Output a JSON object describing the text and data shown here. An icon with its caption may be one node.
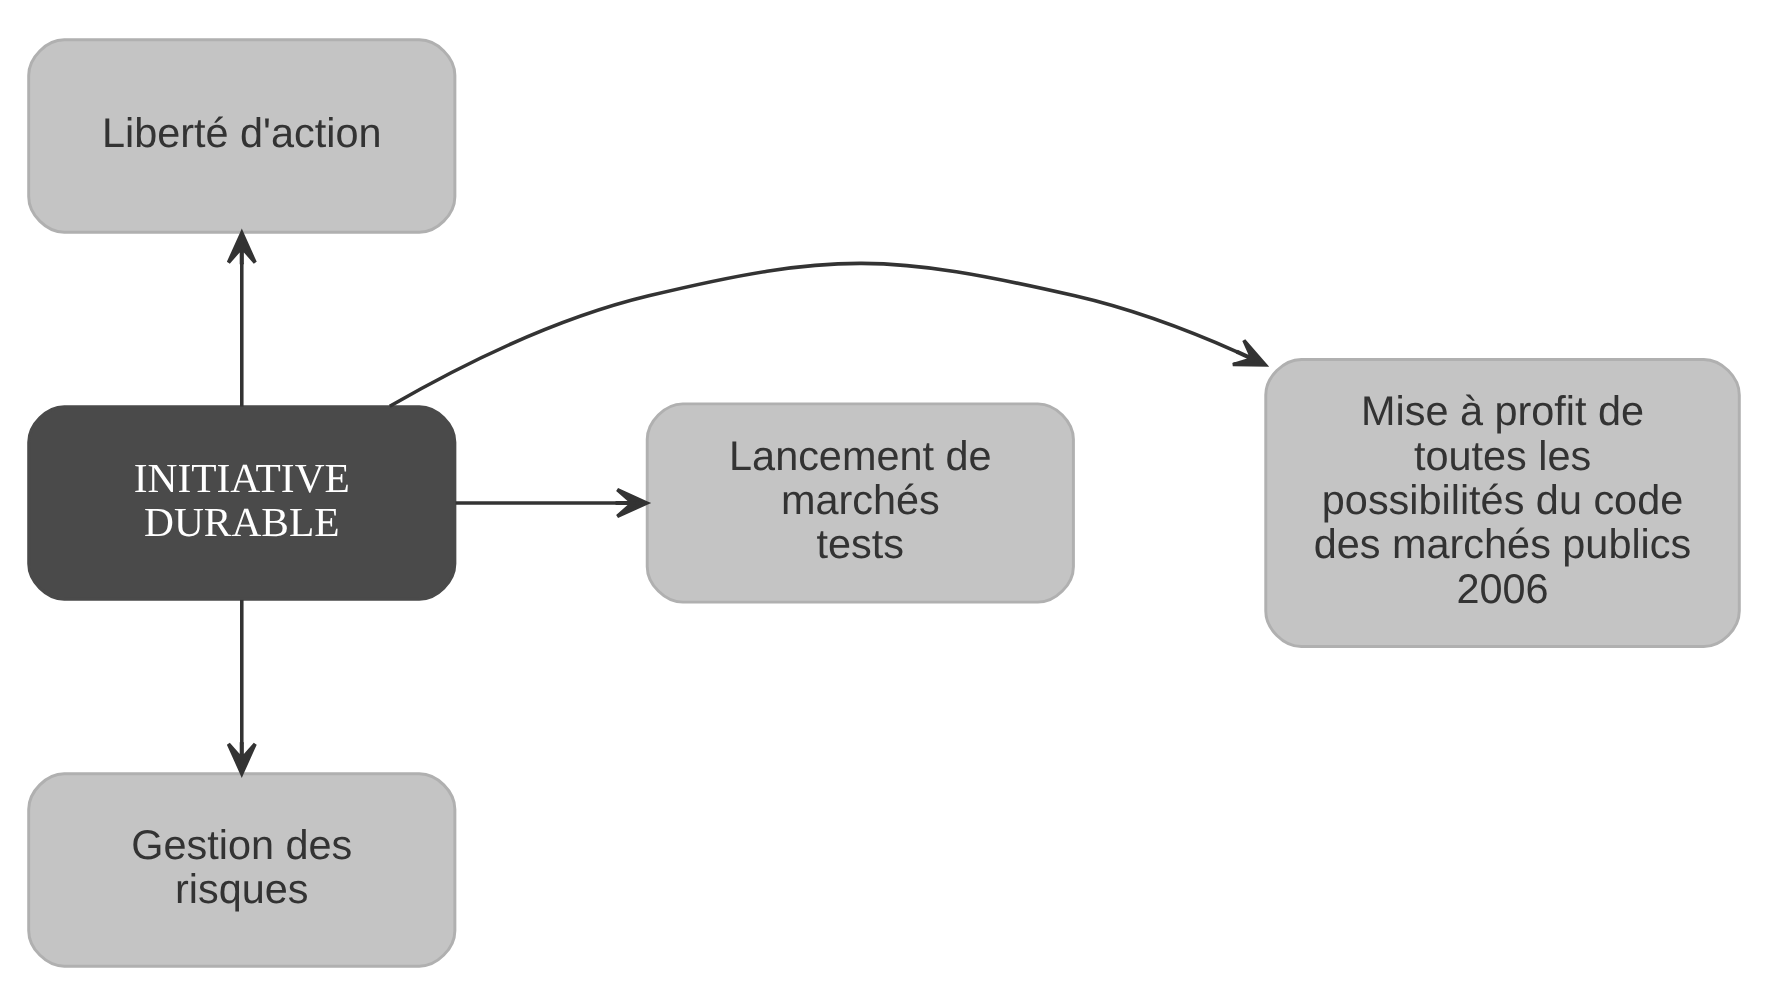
{
  "diagram": {
    "nodes": [
      {
        "text": [
          "Liberté d'action"
        ]
      },
      {
        "text": [
          "Lancement de marchés tests"
        ]
      },
      {
        "text": [
          "INITIATIVE DURABLE"
        ]
      },
      {
        "text": [
          "Mise à profit de toutes les possibilités du code des marchés publics 2006"
        ]
      },
      {
        "text": [
          "Gestion des risques"
        ]
      }
    ],
    "edges": [
      {
        "from": 2,
        "to": 0,
        "arrow": "to"
      },
      {
        "from": 2,
        "to": 1,
        "arrow": "to"
      },
      {
        "from": 2,
        "to": 3,
        "arrow": "to"
      },
      {
        "from": 2,
        "to": 4,
        "arrow": "to"
      }
    ]
  }
}
